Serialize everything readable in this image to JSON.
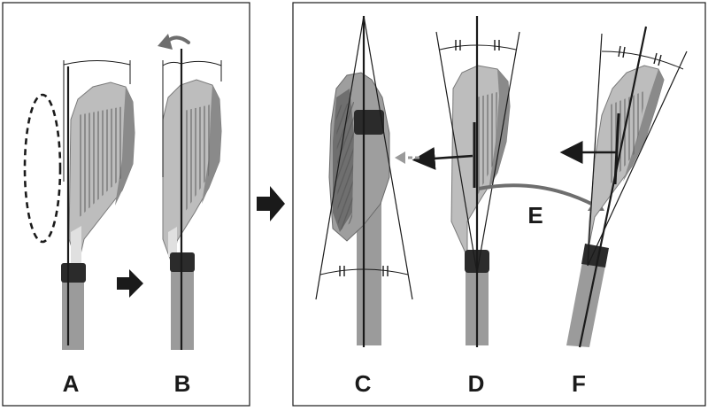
{
  "panels": {
    "left": {
      "labels": {
        "a": "A",
        "b": "B"
      }
    },
    "right": {
      "labels": {
        "c": "C",
        "d": "D",
        "e": "E",
        "f": "F"
      }
    }
  },
  "colors": {
    "outline": "#1a1a1a",
    "shaft": "#9b9b9b",
    "shaft_dark": "#6e6e6e",
    "head_light": "#bdbdbd",
    "head_mid": "#9e9e9e",
    "head_dark": "#6a6a6a",
    "ferrule": "#2b2b2b",
    "arrow_gray": "#777777",
    "dashed_arrow": "#9a9a9a"
  },
  "icons": {
    "step_arrow_1": "right-arrow-icon",
    "step_arrow_2": "right-arrow-icon",
    "rotate_arrow": "curved-arrow-icon"
  }
}
